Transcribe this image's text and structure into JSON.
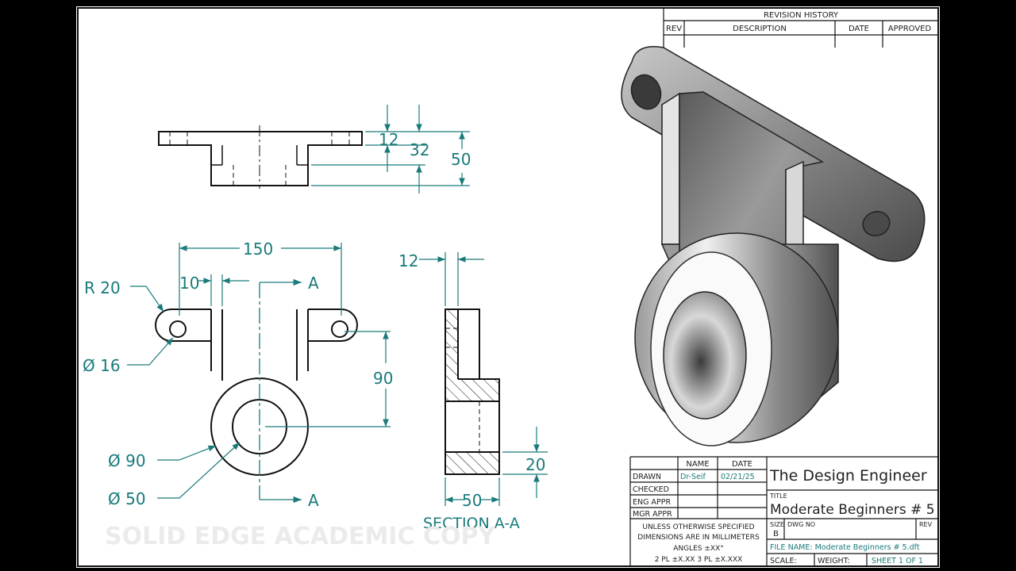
{
  "revision_block": {
    "title": "REVISION HISTORY",
    "columns": [
      "REV",
      "DESCRIPTION",
      "DATE",
      "APPROVED"
    ]
  },
  "dimensions": {
    "top_thickness": "12",
    "top_boss": "32",
    "top_height": "50",
    "width": "150",
    "radius": "R 20",
    "offset": "10",
    "hole_dia": "Ø 16",
    "height": "90",
    "outer_dia": "Ø 90",
    "inner_dia": "Ø 50",
    "section_thickness": "12",
    "section_depth": "50",
    "section_bottom": "20"
  },
  "section": {
    "cut_label_top": "A",
    "cut_label_bottom": "A",
    "title": "SECTION A-A"
  },
  "watermark": "SOLID EDGE ACADEMIC COPY",
  "title_block": {
    "name_header": "NAME",
    "date_header": "DATE",
    "drawn_label": "DRAWN",
    "drawn_name": "Dr-Seif",
    "drawn_date": "02/21/25",
    "checked_label": "CHECKED",
    "eng_appr_label": "ENG APPR",
    "mgr_appr_label": "MGR APPR",
    "company": "The Design Engineer",
    "title_label": "TITLE",
    "title": "Moderate Beginners # 5",
    "tolerance_1": "UNLESS OTHERWISE SPECIFIED",
    "tolerance_2": "DIMENSIONS ARE IN MILLIMETERS",
    "tolerance_3": "ANGLES ±XX°",
    "tolerance_4": "2 PL ±X.XX 3 PL ±X.XXX",
    "size_label": "SIZE",
    "size": "B",
    "dwg_no_label": "DWG NO",
    "rev_label": "REV",
    "file_name": "FILE NAME: Moderate Beginners # 5.dft",
    "scale_label": "SCALE:",
    "weight_label": "WEIGHT:",
    "sheet": "SHEET 1 OF 1"
  },
  "colors": {
    "dimension": "#1a7a7a",
    "line": "#111111",
    "background": "#ffffff",
    "frame": "#000000"
  }
}
